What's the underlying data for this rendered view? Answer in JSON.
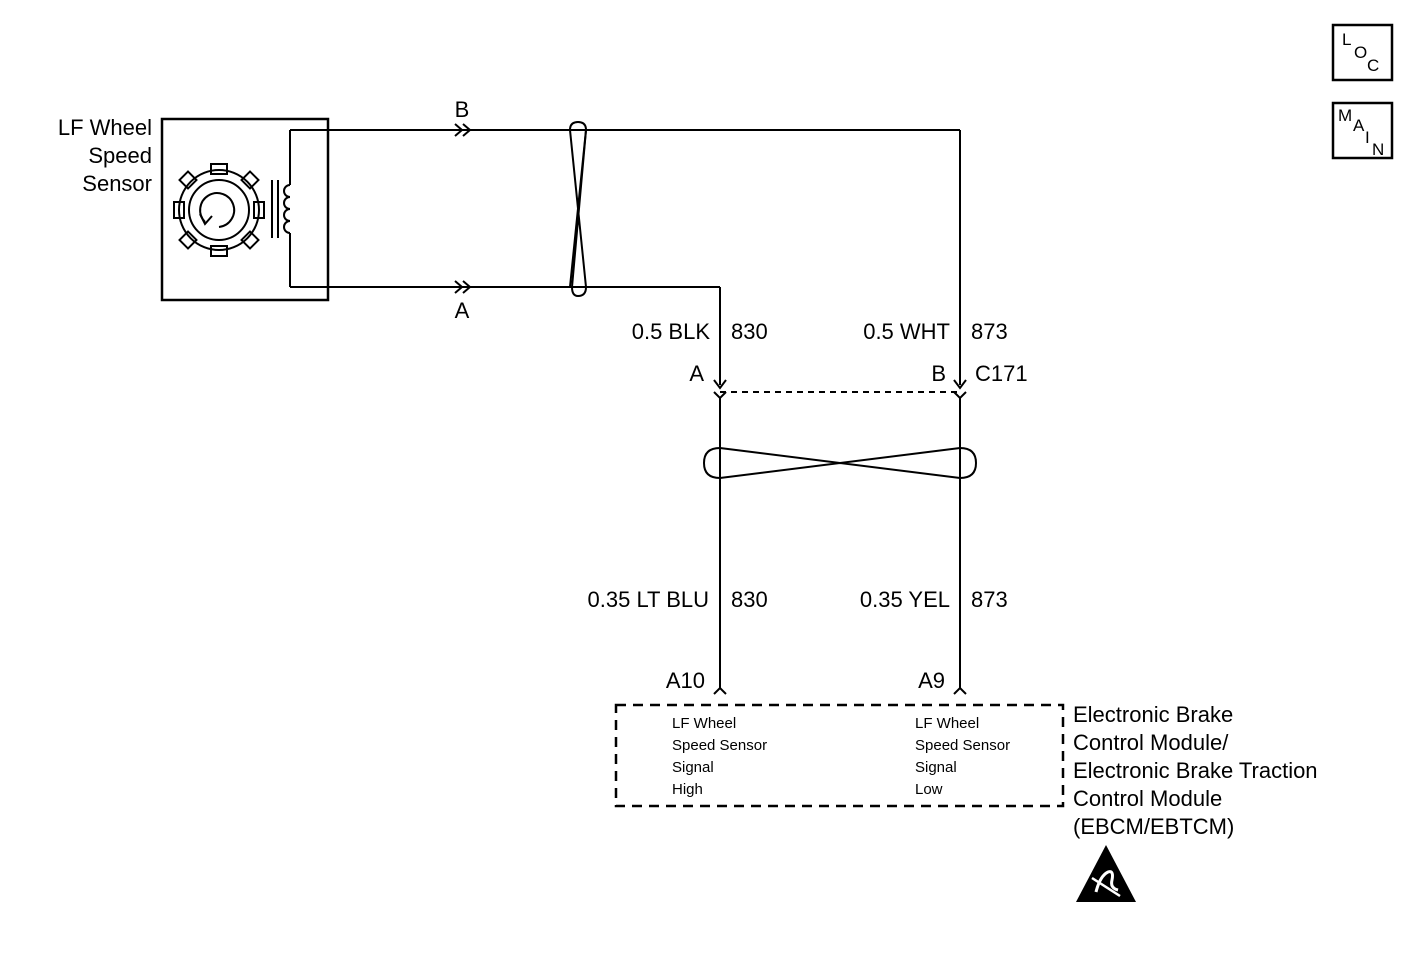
{
  "sensor": {
    "line1": "LF Wheel",
    "line2": "Speed",
    "line3": "Sensor"
  },
  "sensor_terminals": {
    "b": "B",
    "a": "A"
  },
  "wires_upper": {
    "left": {
      "size_color": "0.5 BLK",
      "circuit": "830"
    },
    "right": {
      "size_color": "0.5 WHT",
      "circuit": "873"
    }
  },
  "connector": {
    "pin_left": "A",
    "pin_right": "B",
    "name": "C171"
  },
  "wires_lower": {
    "left": {
      "size_color": "0.35 LT BLU",
      "circuit": "830"
    },
    "right": {
      "size_color": "0.35 YEL",
      "circuit": "873"
    }
  },
  "module_pins": {
    "left": "A10",
    "right": "A9"
  },
  "module_inner": {
    "left": [
      "LF Wheel",
      "Speed Sensor",
      "Signal",
      "High"
    ],
    "right": [
      "LF Wheel",
      "Speed Sensor",
      "Signal",
      "Low"
    ]
  },
  "module_name": [
    "Electronic Brake",
    "Control Module/",
    "Electronic Brake Traction",
    "Control Module",
    "(EBCM/EBTCM)"
  ],
  "badges": {
    "loc": [
      "L",
      "O",
      "C"
    ],
    "main": [
      "M",
      "A",
      "I",
      "N"
    ]
  },
  "icons": {
    "loc_badge": "loc-badge-icon",
    "main_badge": "main-badge-icon",
    "esd": "esd-warning-icon",
    "sensor_rotor": "reluctor-wheel-icon",
    "sensor_coil": "pickup-coil-icon",
    "twist": "twisted-pair-icon"
  }
}
